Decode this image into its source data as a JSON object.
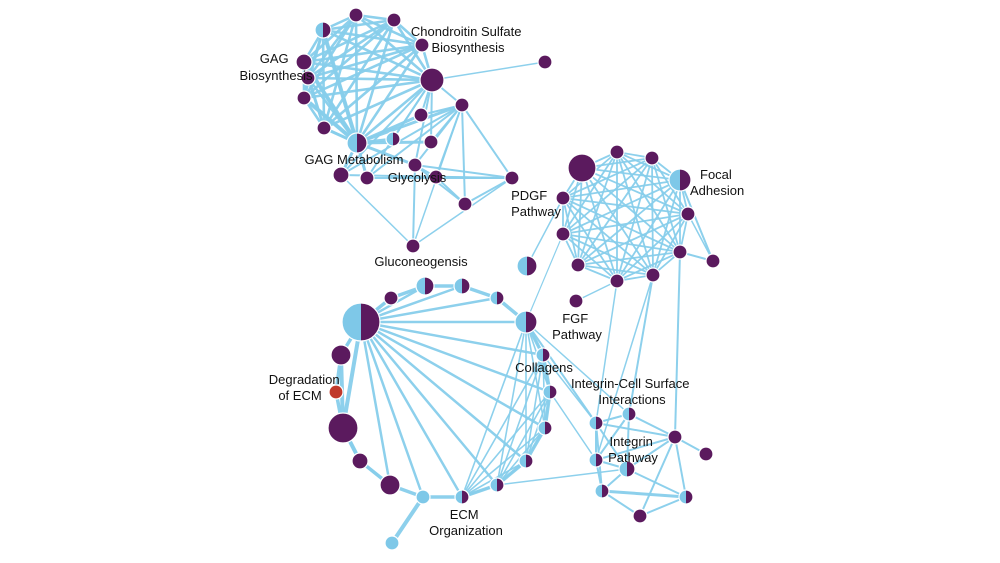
{
  "colors": {
    "edge": "#87CEEB",
    "node_purple": "#5B1A5E",
    "node_blue": "#7EC8E8",
    "node_red": "#C0392B"
  },
  "labels": {
    "chondroitin": [
      "Chondroitin Sulfate",
      "Biosynthesis"
    ],
    "gag_biosynthesis": [
      "GAG",
      "Biosynthesis"
    ],
    "gag_metabolism": [
      "GAG Metabolism"
    ],
    "glycolysis": [
      "Glycolysis"
    ],
    "gluconeogenesis": [
      "Gluconeogensis"
    ],
    "pdgf": [
      "PDGF",
      "Pathway"
    ],
    "focal_adhesion": [
      "Focal",
      "Adhesion"
    ],
    "fgf": [
      "FGF",
      "Pathway"
    ],
    "degradation": [
      "Degradation",
      "of ECM"
    ],
    "collagens": [
      "Collagens"
    ],
    "integrin_cell": [
      "Integrin-Cell Surface",
      "Interactions"
    ],
    "integrin_pathway": [
      "Integrin",
      "Pathway"
    ],
    "ecm_org": [
      "ECM",
      "Organization"
    ]
  }
}
